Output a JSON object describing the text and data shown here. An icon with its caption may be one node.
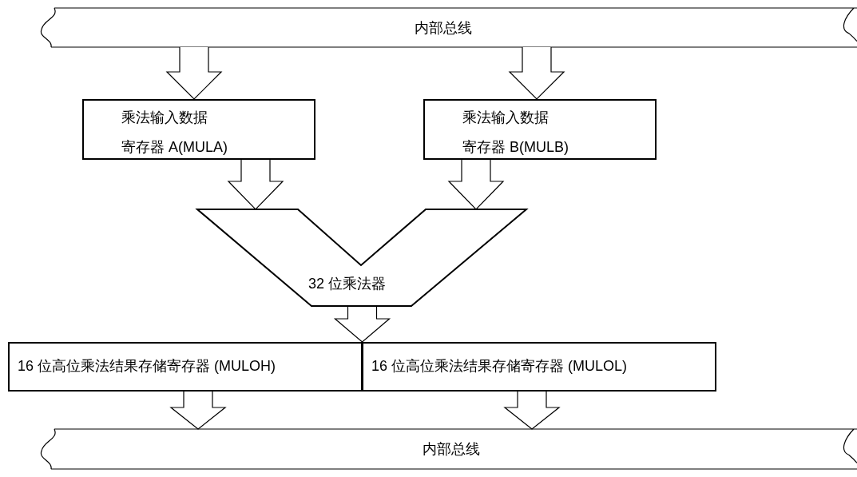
{
  "diagram": {
    "nodes": [
      {
        "text": [
          "内部总线"
        ]
      },
      {
        "text": [
          "乘法输入数据寄存器 A(MULA)"
        ]
      },
      {
        "text": [
          "乘法输入数据寄存器 B(MULB)"
        ]
      },
      {
        "text": [
          "32 位乘法器"
        ]
      },
      {
        "text": [
          "16 位高位乘法结果存储寄存器 (MULOH)"
        ]
      },
      {
        "text": [
          "16 位高位乘法结果存储寄存器 (MULOL)"
        ]
      },
      {
        "text": [
          "内部总线"
        ]
      }
    ],
    "edges": [
      {
        "from": 0,
        "to": 1,
        "arrow": "to"
      },
      {
        "from": 0,
        "to": 2,
        "arrow": "to"
      },
      {
        "from": 1,
        "to": 3,
        "arrow": "to"
      },
      {
        "from": 2,
        "to": 3,
        "arrow": "to"
      },
      {
        "from": 3,
        "to": 4,
        "arrow": "to"
      },
      {
        "from": 3,
        "to": 5,
        "arrow": "to"
      },
      {
        "from": 4,
        "to": 6,
        "arrow": "to"
      },
      {
        "from": 5,
        "to": 6,
        "arrow": "to"
      }
    ]
  }
}
